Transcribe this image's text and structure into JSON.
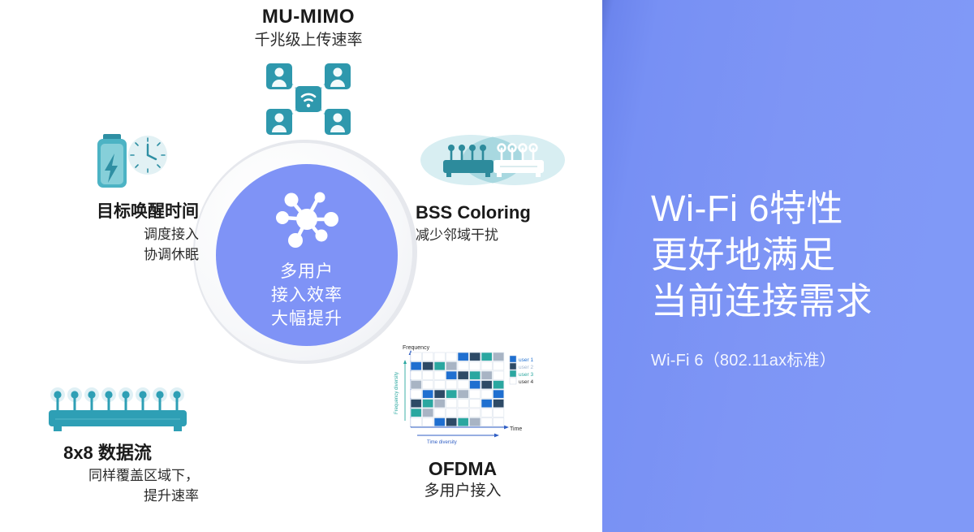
{
  "panel": {
    "headline_lines": [
      "Wi-Fi 6特性",
      "更好地满足",
      "当前连接需求"
    ],
    "subtitle": "Wi-Fi 6（802.11ax标准）",
    "bg_color": "#7f93f6"
  },
  "hub": {
    "icon": "network-hub-icon",
    "text_lines": [
      "多用户",
      "接入效率",
      "大幅提升"
    ],
    "fill_color": "#7f93f6",
    "ring_color": "#e6e8ed"
  },
  "features": [
    {
      "id": "mu-mimo",
      "title": "MU-MIMO",
      "subtitle_lines": [
        "千兆级上传速率"
      ],
      "icon": "mu-mimo-users-wifi-icon",
      "icon_color": "#2e98ad"
    },
    {
      "id": "target-wake-time",
      "title": "目标唤醒时间",
      "subtitle_lines": [
        "调度接入",
        "协调休眠"
      ],
      "icon": "battery-clock-icon",
      "icon_color": "#3ea5b8"
    },
    {
      "id": "bss-coloring",
      "title": "BSS Coloring",
      "subtitle_lines": [
        "减少邻域干扰"
      ],
      "icon": "overlapping-routers-icon",
      "icon_color": "#2d8b9c"
    },
    {
      "id": "eight-by-eight",
      "title": "8x8 数据流",
      "subtitle_lines": [
        "同样覆盖区域下，",
        "提升速率"
      ],
      "icon": "router-8-antennas-icon",
      "icon_color": "#2e9fb5"
    },
    {
      "id": "ofdma",
      "title": "OFDMA",
      "subtitle_lines": [
        "多用户接入"
      ],
      "icon": "ofdma-grid-chart-icon",
      "icon_color": "#1f6fd0"
    }
  ],
  "chart_data": {
    "type": "heatmap",
    "title": "OFDMA",
    "xlabel": "Time",
    "ylabel": "Frequency",
    "x_axis_annotation": "Time diversity",
    "y_axis_annotation": "Frequency diversity",
    "legend": [
      "user 1",
      "user 2",
      "user 3",
      "user 4"
    ],
    "legend_colors": [
      "#1f6fd0",
      "#2d4a66",
      "#2aa7a0",
      "#a8b4c4"
    ],
    "grid": true,
    "rows": 8,
    "cols": 8,
    "cells": [
      [
        null,
        null,
        null,
        null,
        "user 1",
        "user 2",
        "user 3",
        "user 4"
      ],
      [
        "user 1",
        "user 2",
        "user 3",
        "user 4",
        null,
        null,
        null,
        null
      ],
      [
        null,
        null,
        null,
        "user 1",
        "user 2",
        "user 3",
        "user 4",
        null
      ],
      [
        "user 4",
        null,
        null,
        null,
        null,
        "user 1",
        "user 2",
        "user 3"
      ],
      [
        null,
        "user 1",
        "user 2",
        "user 3",
        "user 4",
        null,
        null,
        "user 1"
      ],
      [
        "user 2",
        "user 3",
        "user 4",
        null,
        null,
        null,
        "user 1",
        "user 2"
      ],
      [
        "user 3",
        "user 4",
        null,
        null,
        null,
        null,
        null,
        null
      ],
      [
        null,
        null,
        "user 1",
        "user 2",
        "user 3",
        "user 4",
        null,
        null
      ]
    ]
  }
}
